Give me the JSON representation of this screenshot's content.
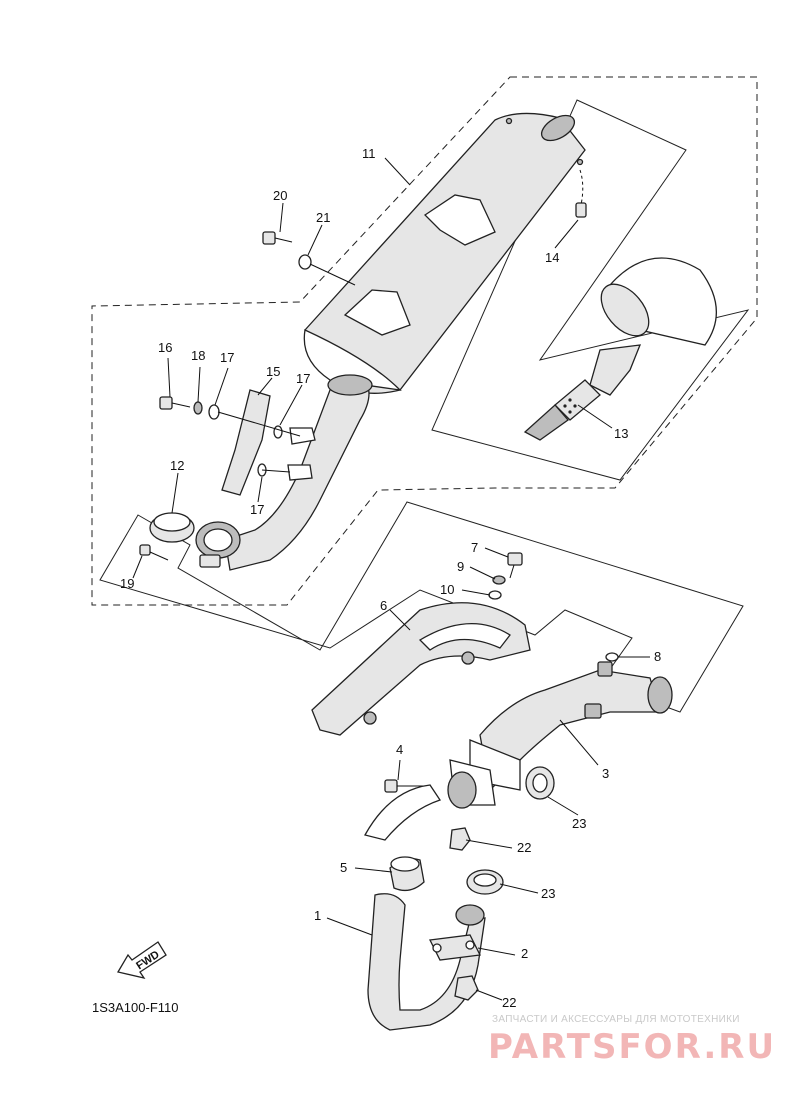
{
  "diagram_code": "1S3A100-F110",
  "fwd_label": "FWD",
  "watermark": {
    "tagline": "ЗАПЧАСТИ И АКСЕССУАРЫ ДЛЯ МОТОТЕХНИКИ",
    "brand": "PARTSFOR.RU"
  },
  "callouts": {
    "p1": "1",
    "p2": "2",
    "p3": "3",
    "p4": "4",
    "p5": "5",
    "p6": "6",
    "p7": "7",
    "p8": "8",
    "p9": "9",
    "p10": "10",
    "p11": "11",
    "p12": "12",
    "p13": "13",
    "p14": "14",
    "p15": "15",
    "p16": "16",
    "p17a": "17",
    "p17b": "17",
    "p17c": "17",
    "p18": "18",
    "p19": "19",
    "p20": "20",
    "p21": "21",
    "p22a": "22",
    "p22b": "22",
    "p23a": "23",
    "p23b": "23"
  }
}
